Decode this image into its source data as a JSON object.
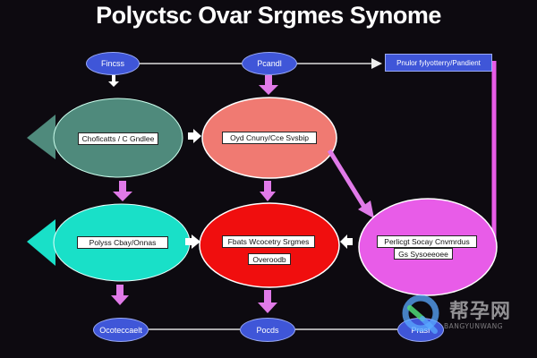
{
  "title": "Polyctsc Ovar Srgmes Synome",
  "colors": {
    "background": "#0d0a10",
    "pill_fill": "#3f56d8",
    "teal_dark": "#4f8a7c",
    "cyan": "#19e0c8",
    "salmon": "#f07a72",
    "red": "#f00e0e",
    "magenta": "#e85ce8",
    "arrow_pink": "#e07ae8",
    "connector": "#dddddd"
  },
  "nodes": {
    "top_left_pill": "Fincss",
    "top_mid_pill": "Pcandl",
    "top_right_box": "Pnulor fylyotterry/Pandient",
    "ellipse_teal_dark": "Choficatts / C Gndlee",
    "ellipse_salmon": "Oyd Cnuny/Cce Svsbip",
    "ellipse_cyan": "Polyss Cbay/Onnas",
    "ellipse_red_line1": "Fbats Wcocetry Srgmes",
    "ellipse_red_line2": "Overoodb",
    "ellipse_magenta_line1": "Perlicgt Socay Cnvmrdus",
    "ellipse_magenta_line2": "Gs Sysoeeoee",
    "bottom_left_pill": "Ocoteccaelt",
    "bottom_mid_pill": "Pocds",
    "bottom_right_pill": "Prasf"
  },
  "watermark": {
    "cn": "帮孕网",
    "en": "BANGYUNWANG"
  }
}
